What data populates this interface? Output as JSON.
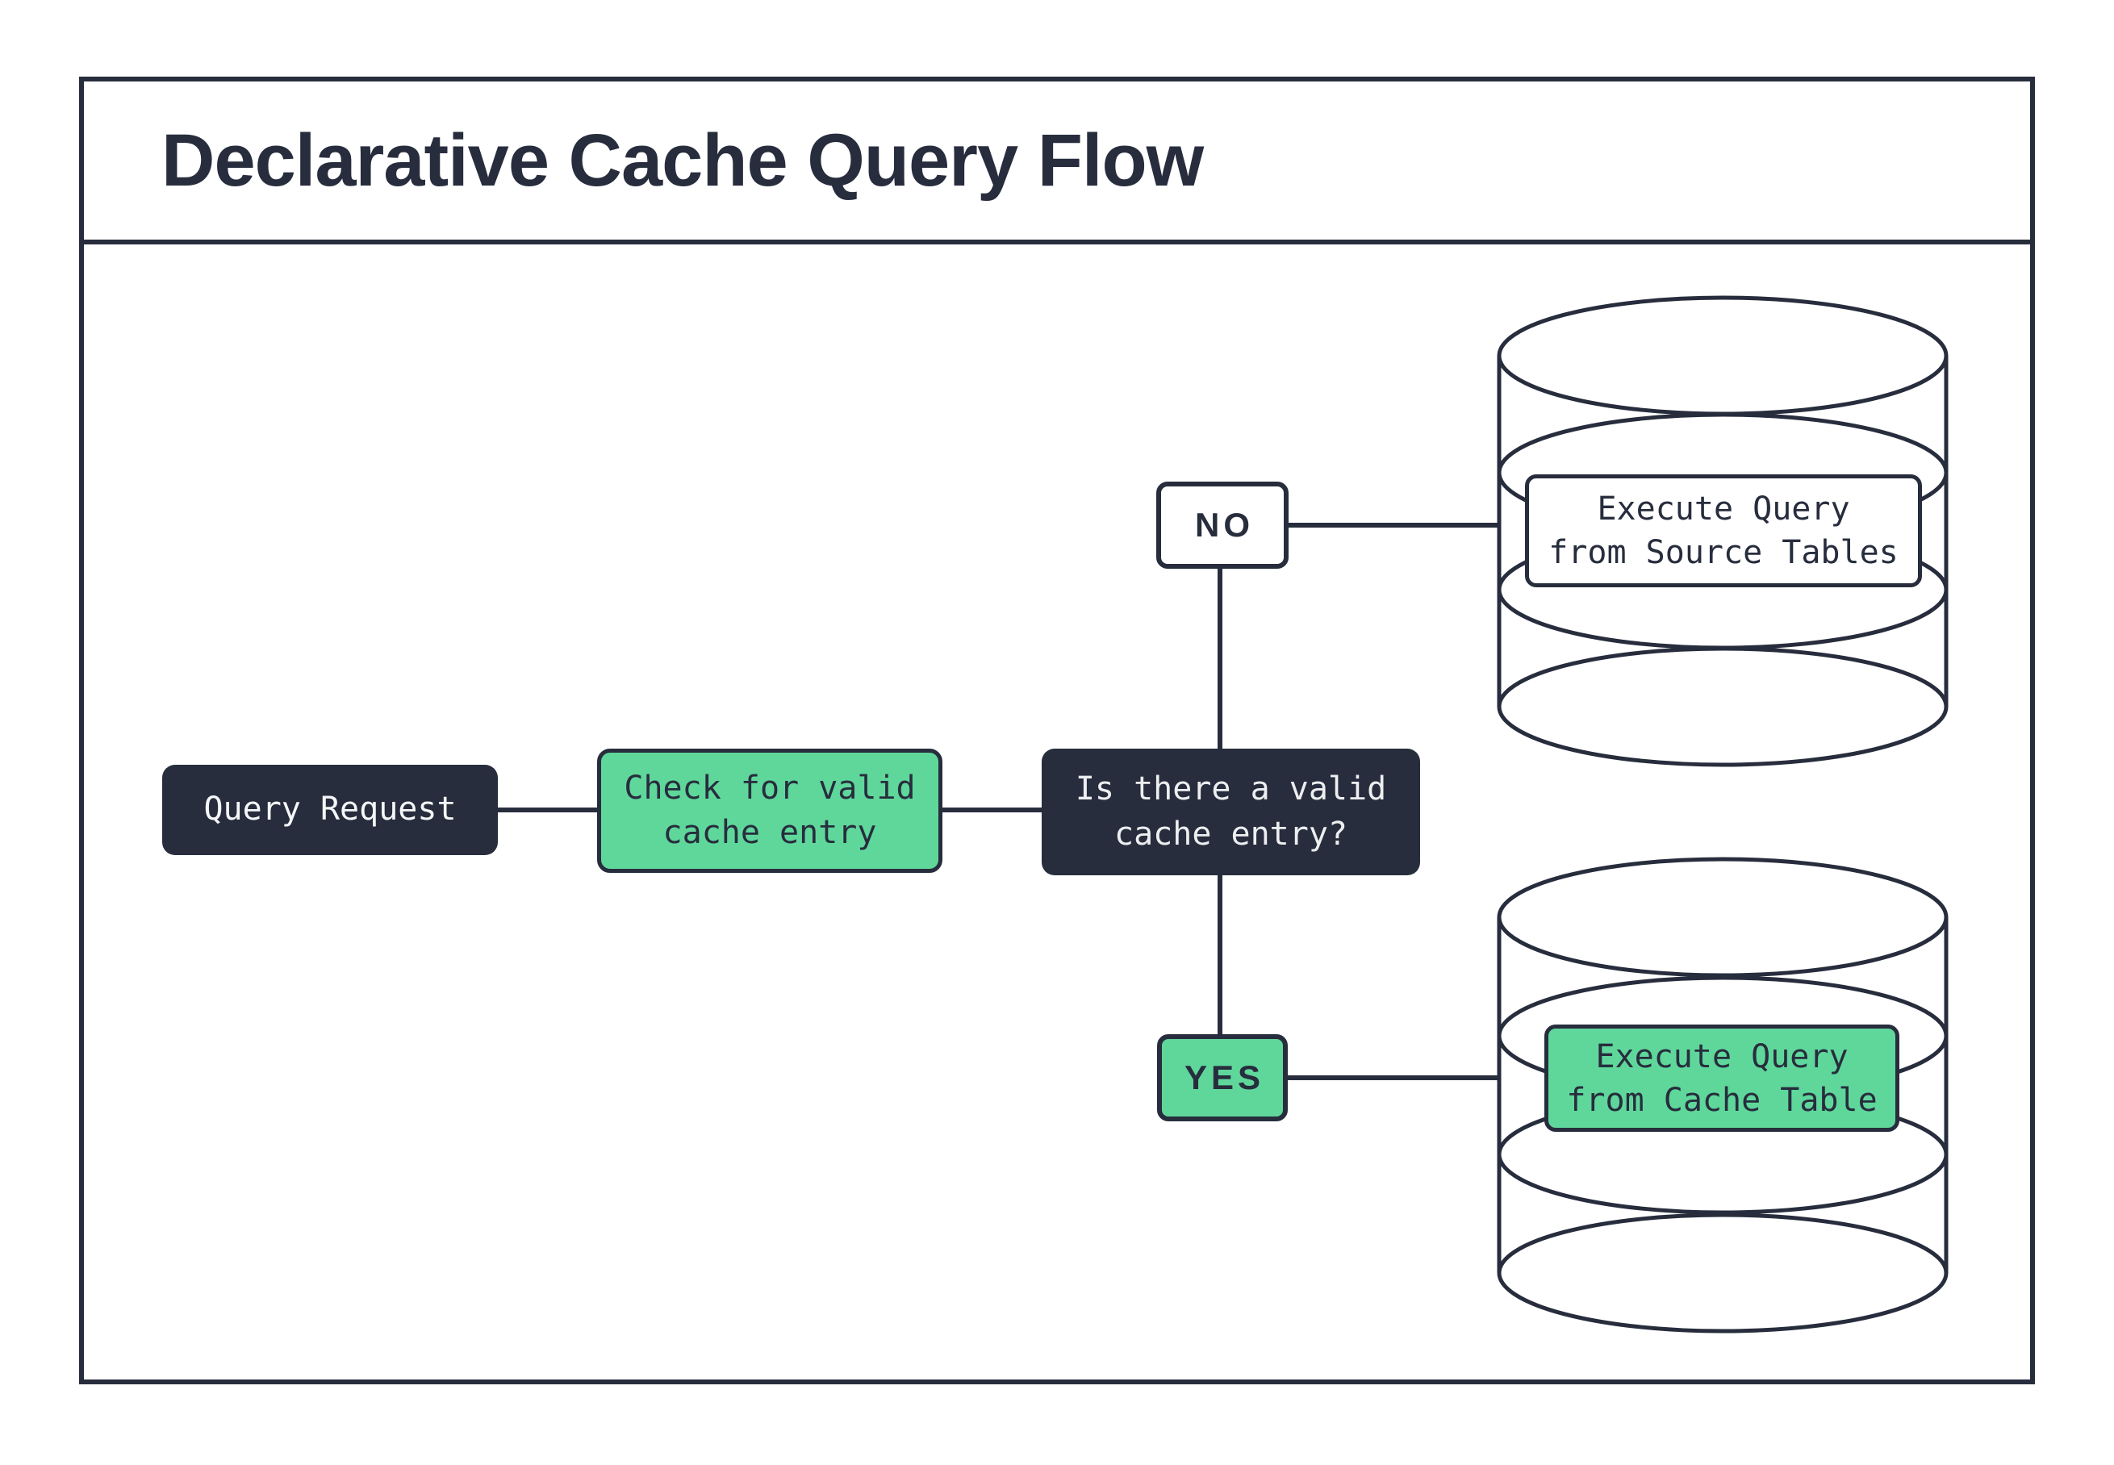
{
  "header": {
    "title": "Declarative Cache Query Flow"
  },
  "flow": {
    "query_request": {
      "label": "Query Request"
    },
    "check_cache": {
      "line1": "Check for valid",
      "line2": "cache entry"
    },
    "decision": {
      "line1": "Is there a valid",
      "line2": "cache entry?"
    },
    "branch_no": {
      "label": "NO"
    },
    "branch_yes": {
      "label": "YES"
    },
    "source_db": {
      "line1": "Execute Query",
      "line2": "from Source Tables"
    },
    "cache_db": {
      "line1": "Execute Query",
      "line2": "from Cache Table"
    }
  },
  "colors": {
    "ink": "#272D3D",
    "green": "#5FD79B",
    "surface": "#FFFFFF",
    "text_on_ink": "#EDEEF0"
  }
}
